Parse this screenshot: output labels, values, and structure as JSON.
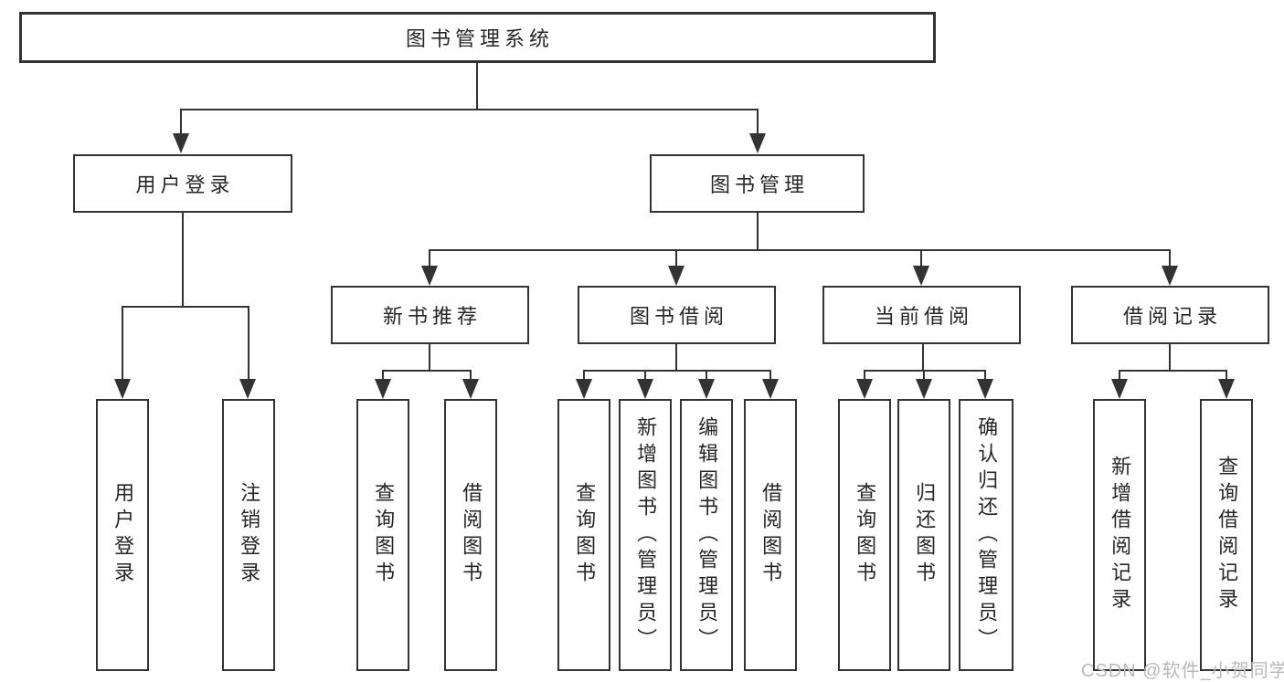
{
  "diagram": {
    "root_label": "图书管理系统",
    "level2": [
      {
        "label": "用户登录"
      },
      {
        "label": "图书管理"
      }
    ],
    "level3": [
      {
        "label": "新书推荐"
      },
      {
        "label": "图书借阅"
      },
      {
        "label": "当前借阅"
      },
      {
        "label": "借阅记录"
      }
    ],
    "leaves": {
      "login": [
        "用户登录",
        "注销登录"
      ],
      "recommend": [
        "查询图书",
        "借阅图书"
      ],
      "borrow": [
        "查询图书",
        "新增图书（管理员）",
        "编辑图书（管理员）",
        "借阅图书"
      ],
      "current": [
        "查询图书",
        "归还图书",
        "确认归还（管理员）"
      ],
      "records": [
        "新增借阅记录",
        "查询借阅记录"
      ]
    }
  },
  "watermark": "CSDN @软件_小贺同学",
  "colors": {
    "line": "#333333",
    "text": "#262626",
    "background": "#ffffff",
    "watermark": "#b9b9b9"
  }
}
